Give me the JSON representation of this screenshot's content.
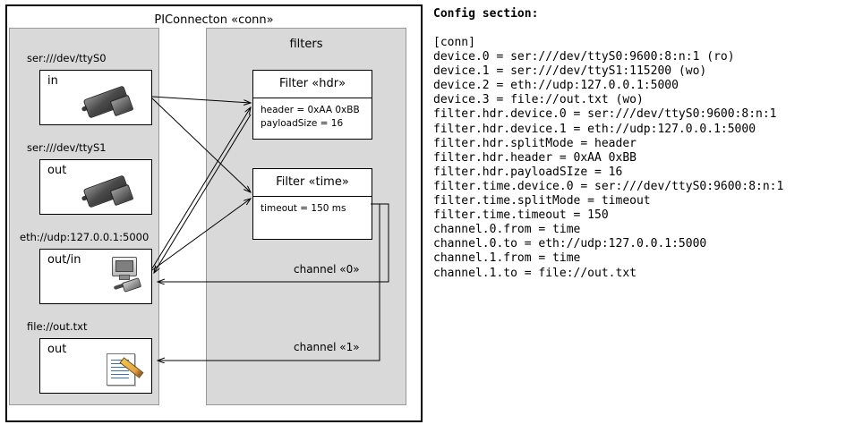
{
  "diagram": {
    "outer_title": "PIConnecton «conn»",
    "panels": {
      "filters_title": "filters"
    },
    "devices": [
      {
        "label": "ser:///dev/ttyS0",
        "caption": "in",
        "icon": "serial-port-icon"
      },
      {
        "label": "ser:///dev/ttyS1",
        "caption": "out",
        "icon": "serial-port-icon"
      },
      {
        "label": "eth://udp:127.0.0.1:5000",
        "caption": "out/in",
        "icon": "network-icon"
      },
      {
        "label": "file://out.txt",
        "caption": "out",
        "icon": "file-edit-icon"
      }
    ],
    "filters": [
      {
        "title": "Filter «hdr»",
        "lines": [
          "header = 0xAA 0xBB",
          "payloadSize = 16"
        ]
      },
      {
        "title": "Filter «time»",
        "lines": [
          "timeout = 150 ms"
        ]
      }
    ],
    "channels": [
      {
        "label": "channel «0»"
      },
      {
        "label": "channel «1»"
      }
    ]
  },
  "config": {
    "title": "Config section:",
    "text": "[conn]\ndevice.0 = ser:///dev/ttyS0:9600:8:n:1 (ro)\ndevice.1 = ser:///dev/ttyS1:115200 (wo)\ndevice.2 = eth://udp:127.0.0.1:5000\ndevice.3 = file://out.txt (wo)\nfilter.hdr.device.0 = ser:///dev/ttyS0:9600:8:n:1\nfilter.hdr.device.1 = eth://udp:127.0.0.1:5000\nfilter.hdr.splitMode = header\nfilter.hdr.header = 0xAA 0xBB\nfilter.hdr.payloadSIze = 16\nfilter.time.device.0 = ser:///dev/ttyS0:9600:8:n:1\nfilter.time.splitMode = timeout\nfilter.time.timeout = 150\nchannel.0.from = time\nchannel.0.to = eth://udp:127.0.0.1:5000\nchannel.1.from = time\nchannel.1.to = file://out.txt"
  },
  "colors": {
    "panel_bg": "#d9d9d9",
    "box_bg": "#ffffff",
    "stroke": "#000000"
  }
}
